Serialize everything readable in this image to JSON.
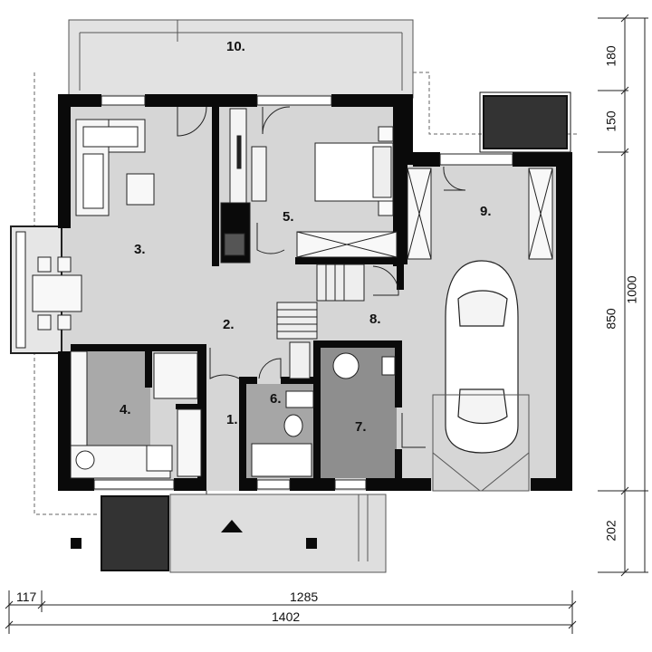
{
  "rooms": {
    "r1": "1.",
    "r2": "2.",
    "r3": "3.",
    "r4": "4.",
    "r5": "5.",
    "r6": "6.",
    "r7": "7.",
    "r8": "8.",
    "r9": "9.",
    "r10": "10."
  },
  "dimensions": {
    "bottom_left": "117",
    "bottom_mid": "1285",
    "bottom_total": "1402",
    "right_top": "180",
    "right_second": "150",
    "right_main": "850",
    "right_total": "1000",
    "right_bottom": "202"
  },
  "colors": {
    "wall": "#0a0a0a",
    "floor": "#d9d9d9",
    "bathroom": "#a8a8a8",
    "room7": "#8f8f8f",
    "terrace": "#e0e0e0",
    "planter": "#333333"
  }
}
